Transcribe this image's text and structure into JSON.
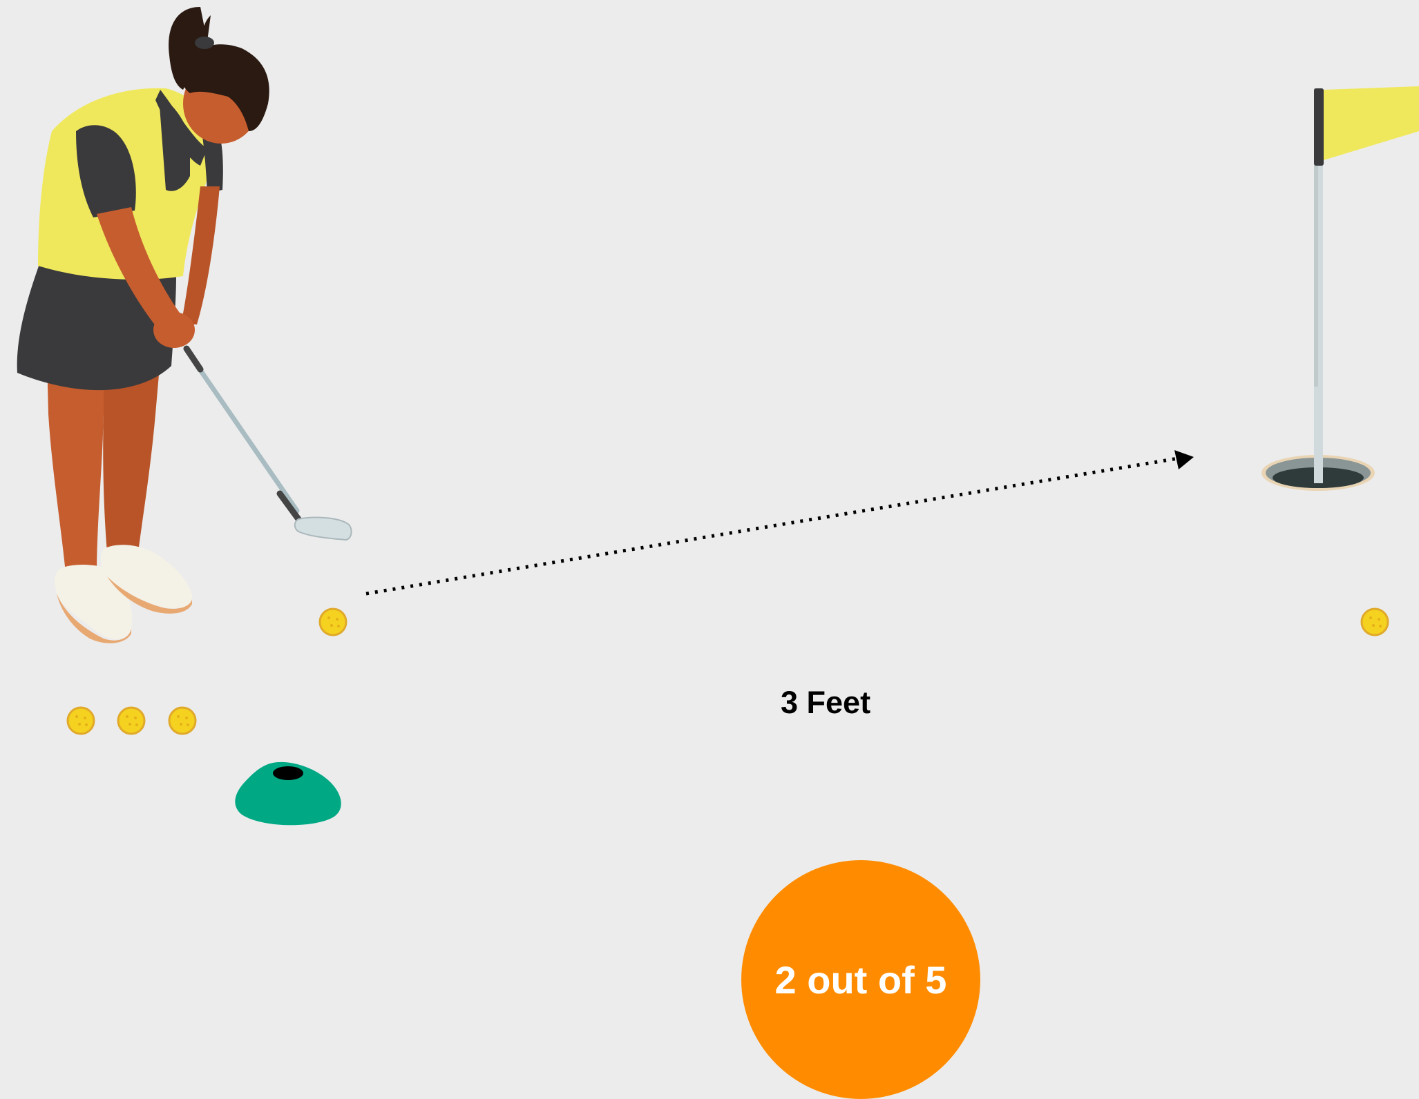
{
  "drill": {
    "distance_label": "3 Feet",
    "score_label": "2 out of 5",
    "made": 2,
    "attempts": 5
  },
  "icons": {
    "golfer": "golfer-putting-icon",
    "flag": "flagstick-icon",
    "hole": "golf-hole-icon",
    "cone": "marker-cone-icon",
    "ball": "golf-ball-icon",
    "path": "dotted-arrow-icon"
  },
  "colors": {
    "background": "#ececec",
    "score_circle": "#ff8c00",
    "score_text": "#ffffff",
    "shirt": "#f0e85c",
    "skirt": "#3a3a3c",
    "skin": "#c65d2e",
    "cone": "#00a884",
    "flag": "#f0e85c",
    "ball": "#f5d21f"
  }
}
